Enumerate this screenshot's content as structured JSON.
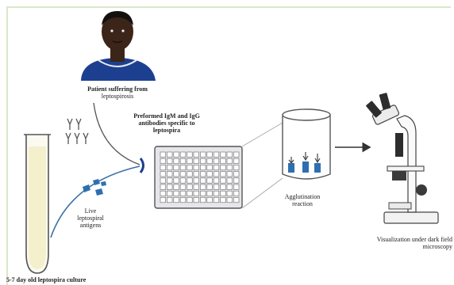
{
  "labels": {
    "patient_title": "Patient suffering from",
    "patient_sub": "leptospirosis",
    "antibodies": "Preformed IgM and IgG\nantibodies specific to\nleptospira",
    "antigen_line1": "Live",
    "antigen_line2": "leptospiral",
    "antigen_line3": "antigens",
    "agglutination_line1": "Agglutination",
    "agglutination_line2": "reaction",
    "visualization_line1": "Visualization under dark field",
    "visualization_line2": "microscopy",
    "culture": "5-7 day old leptospira culture"
  },
  "colors": {
    "tube_stroke": "#555555",
    "arrow_stroke": "#3b6fa8",
    "antibody_stroke": "#555555",
    "antigen_fill": "#2f6fb0",
    "plate_fill": "#e6e6ea",
    "shirt": "#1d3f8f",
    "skin": "#3b2418"
  },
  "icons": {
    "patient": "person-icon",
    "tube": "test-tube-icon",
    "plate": "microplate-icon",
    "beaker": "beaker-icon",
    "microscope": "microscope-icon"
  }
}
